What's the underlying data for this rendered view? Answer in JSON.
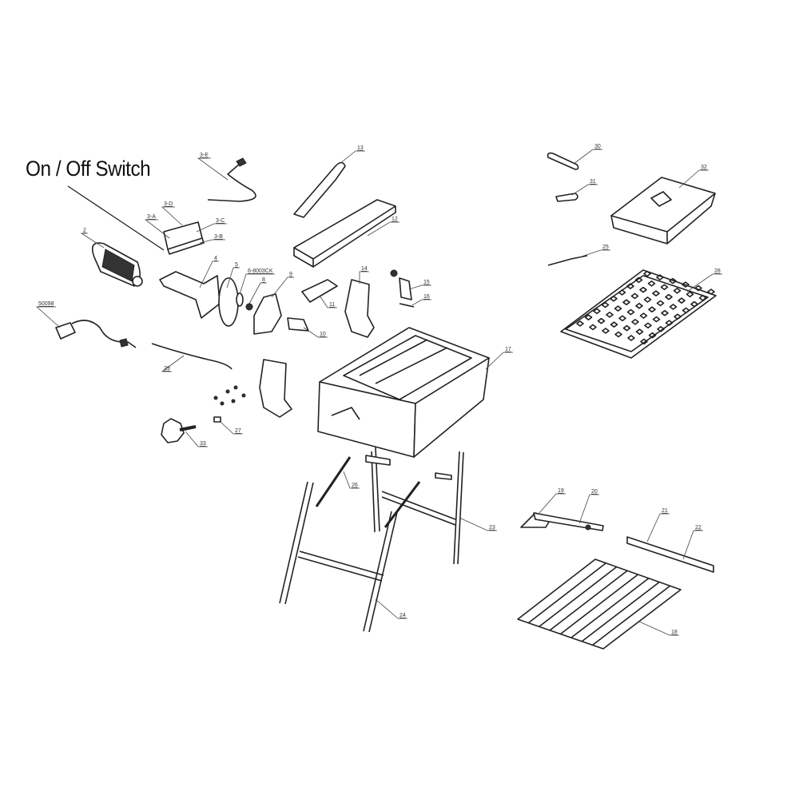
{
  "callout": {
    "title": "On / Off Switch"
  },
  "part_labels": [
    "3-E",
    "3-D",
    "3-A",
    "3-C",
    "3-B",
    "2",
    "4",
    "5",
    "6-8003CK",
    "8",
    "9",
    "10",
    "11",
    "12",
    "13",
    "14",
    "15",
    "16",
    "17",
    "50098",
    "29",
    "27",
    "33",
    "26",
    "23",
    "24",
    "30",
    "31",
    "32",
    "25",
    "28",
    "19",
    "20",
    "21",
    "22",
    "18"
  ],
  "colors": {
    "line": "#222222",
    "background": "#ffffff"
  }
}
